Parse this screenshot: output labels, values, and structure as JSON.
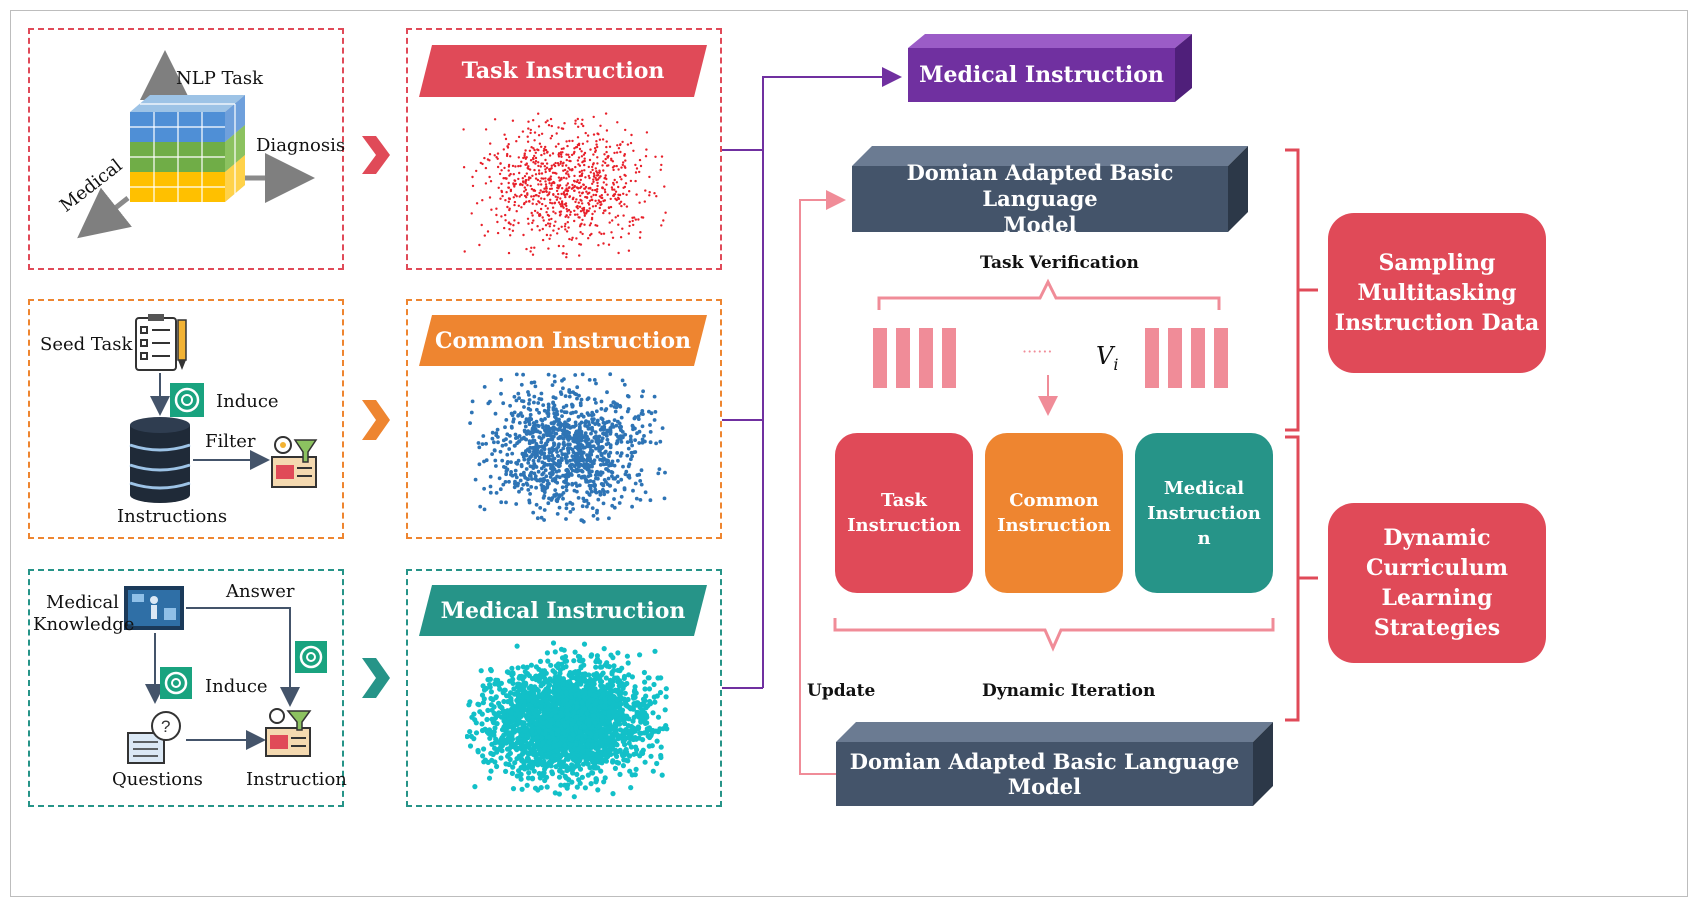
{
  "left_column": {
    "cube": {
      "nlp_task": "NLP Task",
      "diagnosis": "Diagnosis",
      "medical": "Medical"
    },
    "seed": {
      "seed_task": "Seed Task",
      "induce": "Induce",
      "filter": "Filter",
      "instructions": "Instructions"
    },
    "med": {
      "medical_knowledge_1": "Medical",
      "medical_knowledge_2": "Knowledge",
      "answer": "Answer",
      "induce": "Induce",
      "questions": "Questions",
      "instruction": "Instruction"
    }
  },
  "banners": {
    "task": "Task Instruction",
    "common": "Common Instruction",
    "medical": "Medical Instruction"
  },
  "right": {
    "medical_instruction": "Medical Instruction",
    "top_model_line1": "Domian Adapted Basic Language",
    "top_model_line2": "Model",
    "task_verification": "Task Verification",
    "vi": "V",
    "vi_sub": "i",
    "dots": "······",
    "tile_task_1": "Task",
    "tile_task_2": "Instruction",
    "tile_common_1": "Common",
    "tile_common_2": "Instruction",
    "tile_med_1": "Medical",
    "tile_med_2": "Instruction",
    "tile_med_3": "n",
    "update": "Update",
    "dynamic_iteration": "Dynamic Iteration",
    "bottom_model": "Domian Adapted Basic Language Model",
    "sampling_1": "Sampling",
    "sampling_2": "Multitasking",
    "sampling_3": "Instruction Data",
    "dynamic_1": "Dynamic",
    "dynamic_2": "Curriculum",
    "dynamic_3": "Learning",
    "dynamic_4": "Strategies"
  },
  "colors": {
    "red": "#e04a58",
    "orange": "#ee8530",
    "teal": "#269488",
    "purple": "#7030a0",
    "slate": "#44546a",
    "pink": "#f08c98",
    "scatter_red": "#e8202a",
    "scatter_blue": "#2e74b5",
    "scatter_cyan": "#12c0c8"
  },
  "icons": [
    "cube-icon",
    "checklist-icon",
    "chatgpt-icon",
    "database-icon",
    "filter-gear-icon",
    "medical-screen-icon",
    "question-bubble-icon",
    "arrow-right-icon"
  ]
}
